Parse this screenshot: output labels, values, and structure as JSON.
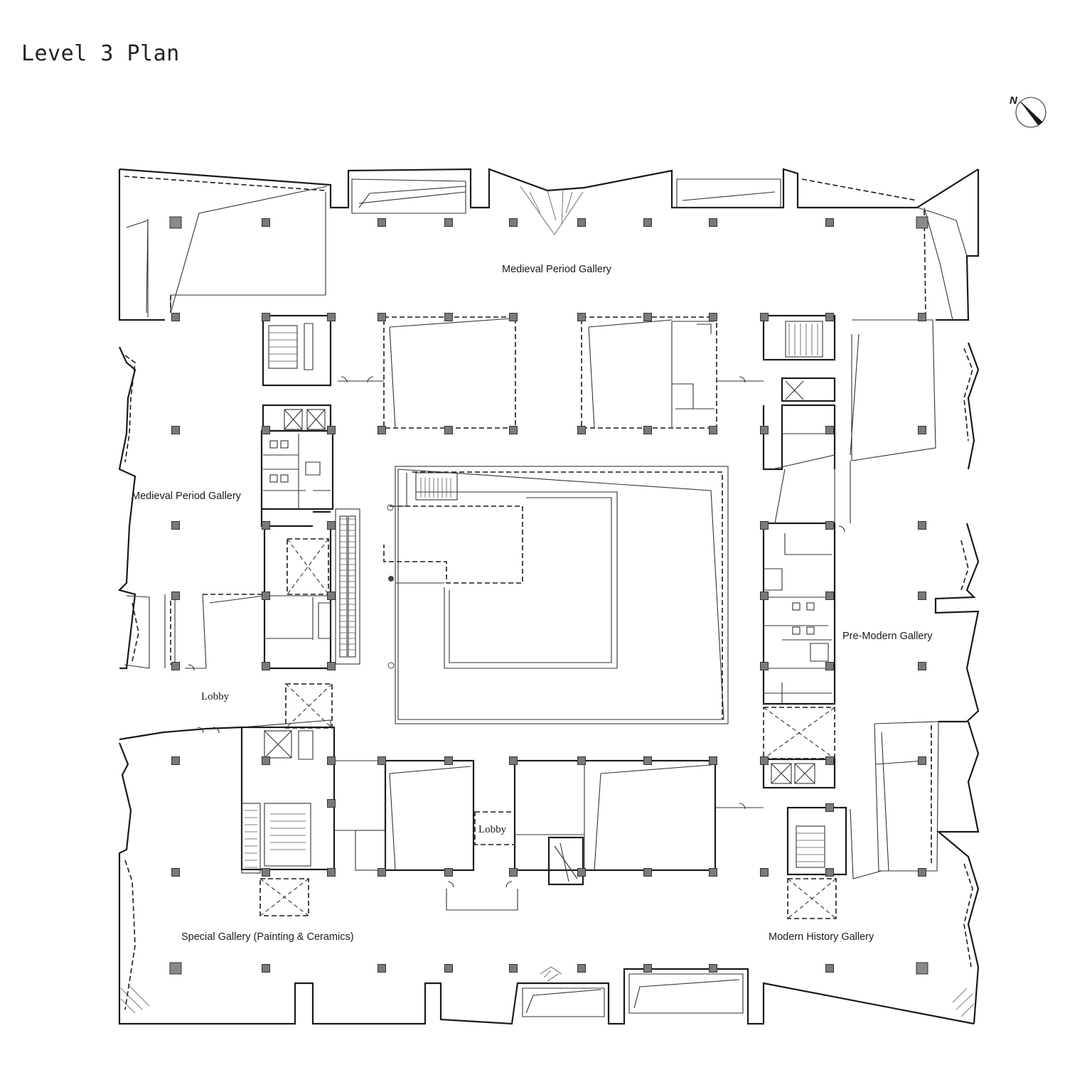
{
  "title": "Level 3 Plan",
  "north_arrow": {
    "label": "N",
    "icon": "north-arrow-icon"
  },
  "rooms": {
    "medieval_top": "Medieval Period Gallery",
    "medieval_left": "Medieval Period Gallery",
    "pre_modern": "Pre-Modern Gallery",
    "lobby_west": "Lobby",
    "lobby_south": "Lobby",
    "special_gallery": "Special Gallery (Painting & Ceramics)",
    "modern_history": "Modern History Gallery"
  }
}
